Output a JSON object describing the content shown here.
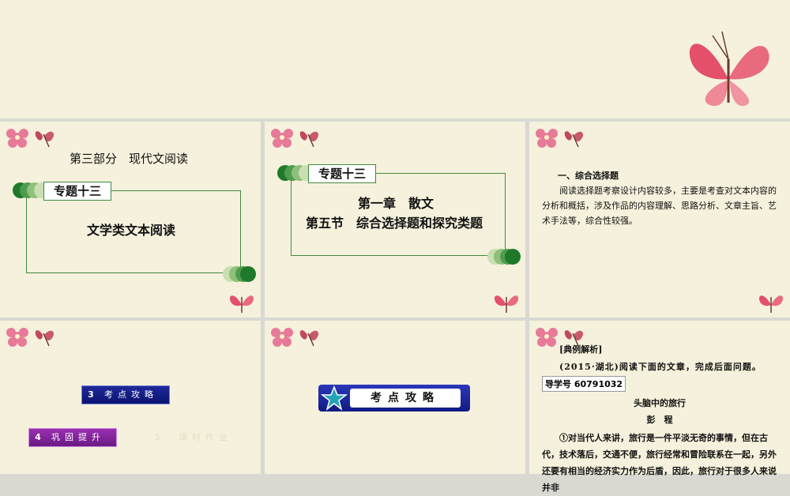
{
  "slide1": {
    "part": "第三部分　现代文阅读",
    "topic": "专题十三",
    "title": "文学类文本阅读"
  },
  "slide2": {
    "topic": "专题十三",
    "chapter": "第一章　散文",
    "section": "第五节　综合选择题和探究类题"
  },
  "slide3": {
    "heading": "一、综合选择题",
    "body": "阅读选择题考察设计内容较多，主要是考查对文本内容的分析和概括，涉及作品的内容理解、思路分析、文章主旨、艺术手法等，综合性较强。"
  },
  "slide4": {
    "item3_num": "3",
    "item3_label": "考点攻略",
    "item4_num": "4",
    "item4_label": "巩固提升",
    "item5": "5　课时作业"
  },
  "slide5": {
    "banner": "考点攻略"
  },
  "slide6": {
    "tag": "[典例解析]",
    "intro": "(2015·湖北)阅读下面的文章，完成后面问题。",
    "guide_label": "导学号",
    "guide_no": "60791032",
    "article_title": "头脑中的旅行",
    "author": "彭　程",
    "para": "①对当代人来讲，旅行是一件平淡无奇的事情，但在古代，技术落后，交通不便，旅行经常和冒险联系在一起，另外还要有相当的经济实力作为后盾，因此，旅行对于很多人来说并非"
  },
  "colors": {
    "background": "#f5f1dc",
    "frame_green": "#3f8a3f",
    "blue_bar": "#1e2a9a",
    "purple_bar": "#8a28a6",
    "butterfly": "#e05a6e"
  }
}
